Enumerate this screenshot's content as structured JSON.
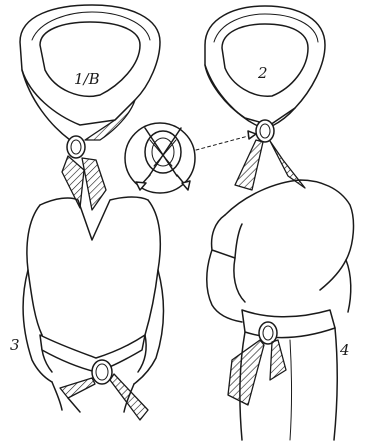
{
  "labels": {
    "step1": "1/B",
    "step2": "2",
    "step3": "3",
    "step4": "4"
  },
  "colors": {
    "ink": "#1a1a1a",
    "paper": "#ffffff"
  }
}
